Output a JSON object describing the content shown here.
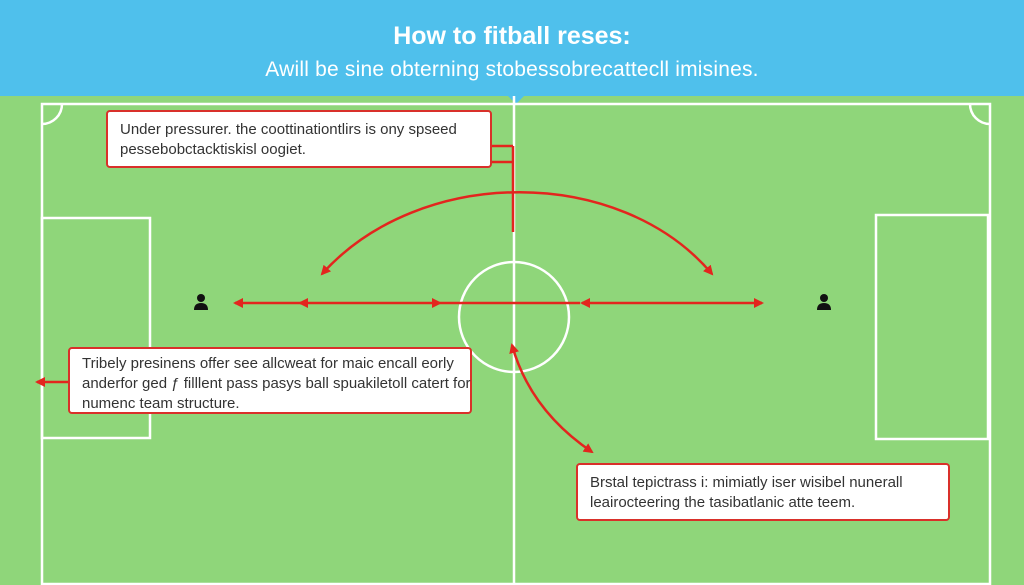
{
  "header": {
    "title": "How to fitball reses:",
    "subtitle": "Awill be sine obterning stobessobrecattecll imisines."
  },
  "colors": {
    "header_bg": "#4fc0ec",
    "pitch": "#8fd67a",
    "lines": "#ffffff",
    "arrows": "#e3251e",
    "callout_border": "#d9302a"
  },
  "callouts": [
    {
      "lines": [
        "Under pressurer. the coottinationtlirs is ony spseed",
        "pessebobctacktiskisl oogiet."
      ]
    },
    {
      "lines": [
        "Tribely presinens offer see allcweat for maic encall eorly",
        "anderfor ged ƒ filllent pass pasys ball spuakiletoll catert for",
        "numenc team structure."
      ]
    },
    {
      "lines": [
        "Brstal tepictrass i: mimiatly iser wisibel nunerall",
        "leairocteering the tasibatlanic atte teem."
      ]
    }
  ],
  "players": [
    {
      "icon": "person-icon",
      "side": "left"
    },
    {
      "icon": "person-icon",
      "side": "right"
    }
  ]
}
